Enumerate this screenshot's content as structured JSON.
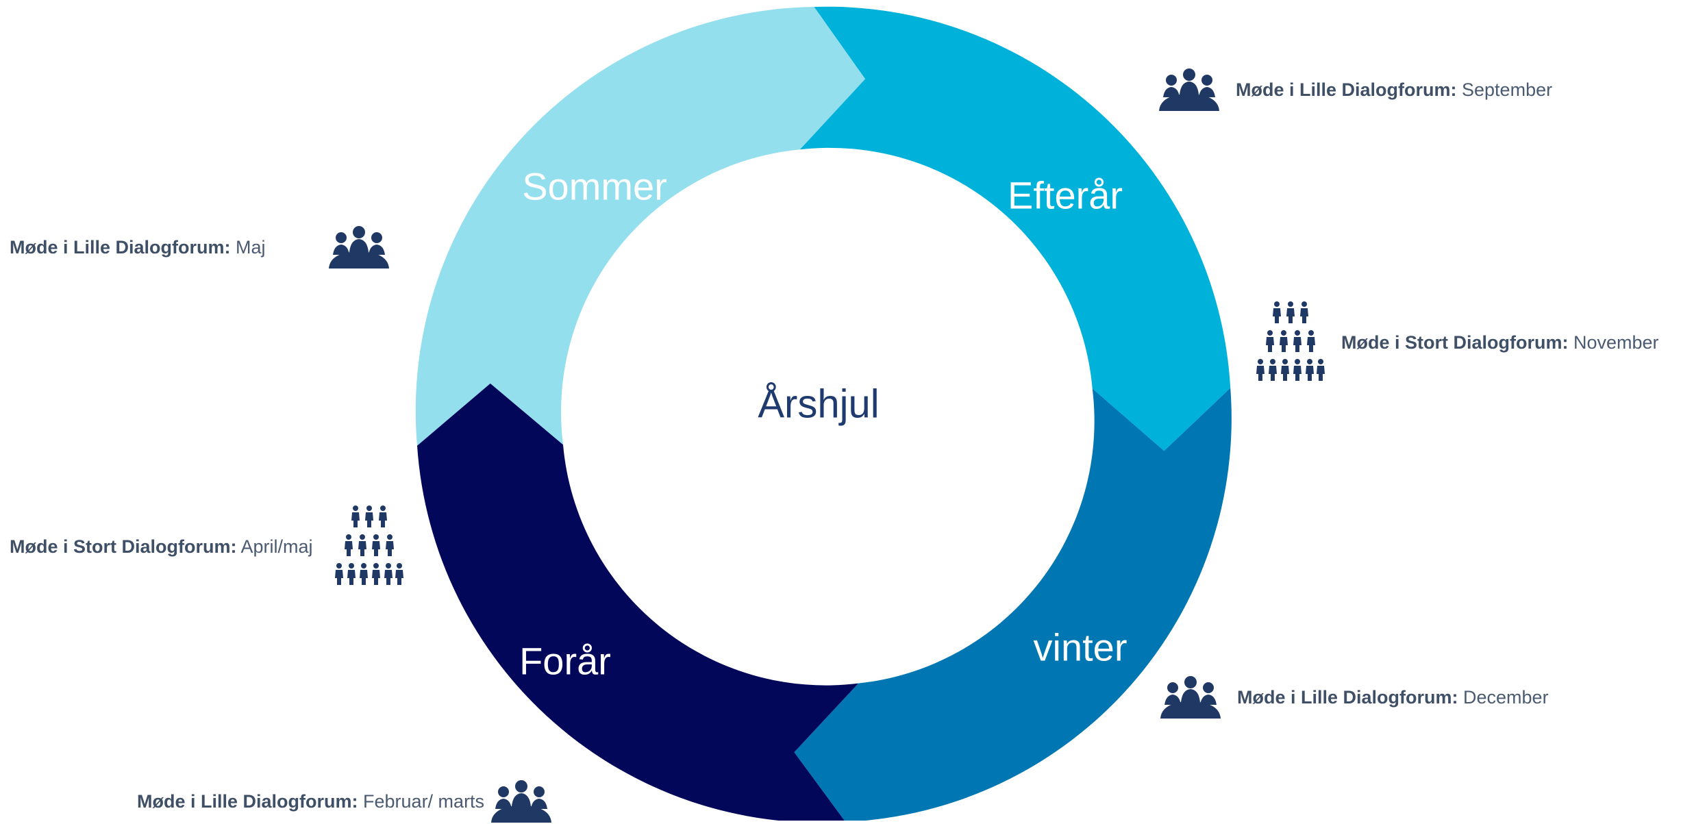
{
  "center_title": "Årshjul",
  "seasons": {
    "sommer": "Sommer",
    "efteraar": "Efterår",
    "vinter": "vinter",
    "foraar": "Forår"
  },
  "colors": {
    "sommer": "#94dfee",
    "efteraar": "#00b2d9",
    "vinter": "#0077b3",
    "foraar": "#03075a",
    "icon": "#1f3864"
  },
  "meetings": [
    {
      "label": "Møde i Lille Dialogforum:",
      "value": "September",
      "icon": "small-group-icon"
    },
    {
      "label": "Møde i Lille Dialogforum:",
      "value": "Maj",
      "icon": "small-group-icon"
    },
    {
      "label": "Møde i Stort Dialogforum:",
      "value": "November",
      "icon": "large-group-icon"
    },
    {
      "label": "Møde i Stort Dialogforum:",
      "value": "April/maj",
      "icon": "large-group-icon"
    },
    {
      "label": "Møde i Lille Dialogforum:",
      "value": "December",
      "icon": "small-group-icon"
    },
    {
      "label": "Møde i Lille Dialogforum:",
      "value": "Februar/ marts",
      "icon": "small-group-icon"
    }
  ]
}
